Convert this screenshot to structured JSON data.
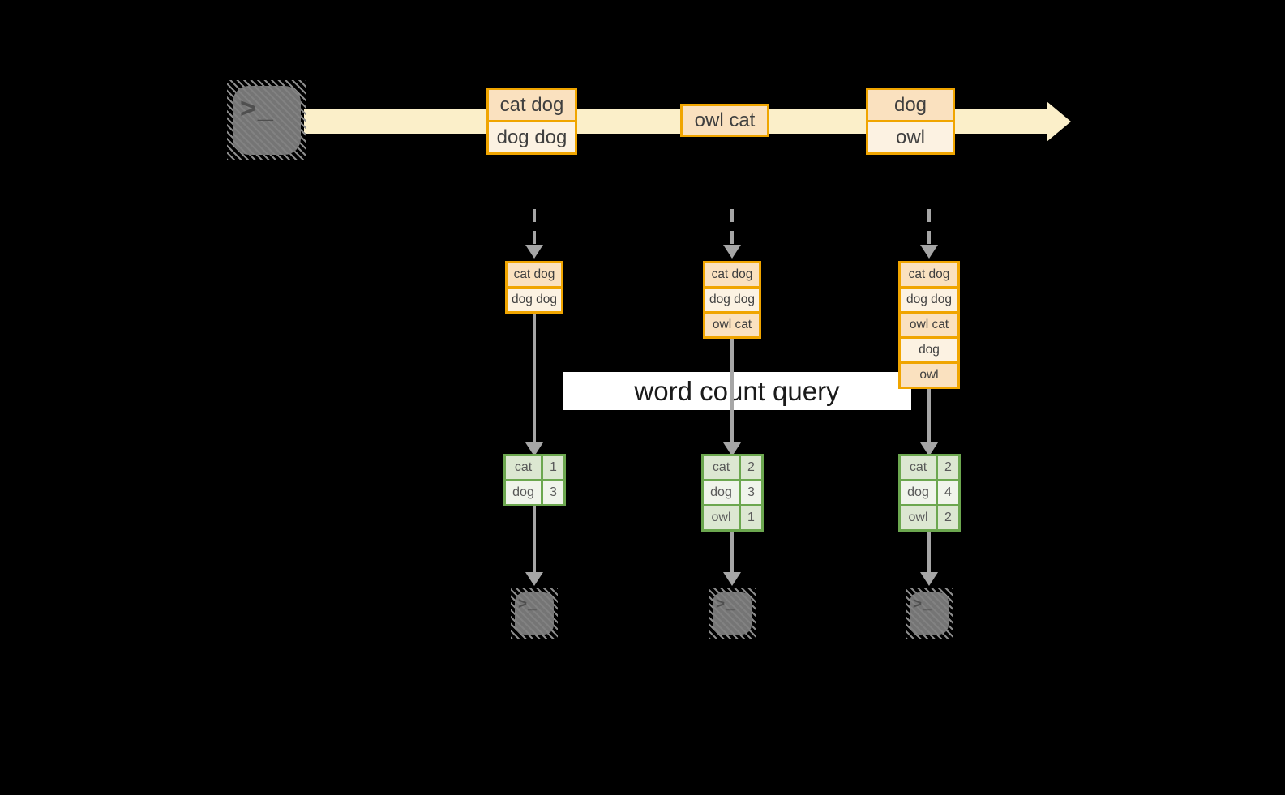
{
  "banner": {
    "label": "word count query"
  },
  "prompt_symbol": ">_",
  "stream": {
    "events": [
      {
        "rows": [
          "cat dog",
          "dog dog"
        ]
      },
      {
        "rows": [
          "owl cat"
        ]
      },
      {
        "rows": [
          "dog",
          "owl"
        ]
      }
    ]
  },
  "columns": [
    {
      "buffer": [
        "cat dog",
        "dog dog"
      ],
      "counts": [
        {
          "word": "cat",
          "count": "1"
        },
        {
          "word": "dog",
          "count": "3"
        }
      ]
    },
    {
      "buffer": [
        "cat dog",
        "dog dog",
        "owl cat"
      ],
      "counts": [
        {
          "word": "cat",
          "count": "2"
        },
        {
          "word": "dog",
          "count": "3"
        },
        {
          "word": "owl",
          "count": "1"
        }
      ]
    },
    {
      "buffer": [
        "cat dog",
        "dog dog",
        "owl cat",
        "dog",
        "owl"
      ],
      "counts": [
        {
          "word": "cat",
          "count": "2"
        },
        {
          "word": "dog",
          "count": "4"
        },
        {
          "word": "owl",
          "count": "2"
        }
      ]
    }
  ],
  "colors": {
    "background": "#000000",
    "stream_band": "#FBEFC9",
    "orange_border": "#F0A500",
    "orange_cell_dark": "#FAE1BF",
    "orange_cell_light": "#FCF2E2",
    "green_border": "#6CA74F",
    "green_row_dark": "#DCE7D1",
    "green_row_light": "#F0F4EB",
    "arrow_gray": "#A6A6A6",
    "terminal_gray": "#7B7B7B",
    "banner_bg": "#FFFFFF"
  }
}
